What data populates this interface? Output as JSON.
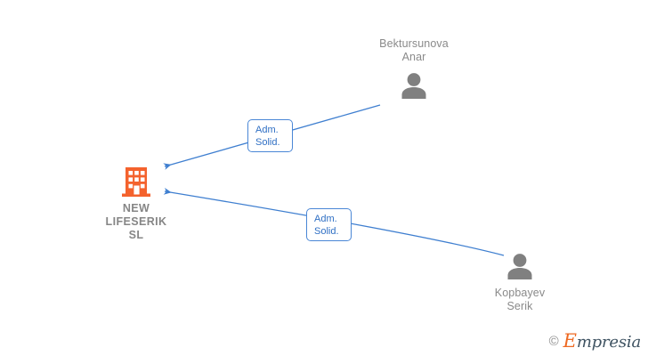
{
  "graph": {
    "title": "NEW LIFESERIK SL corporate relations",
    "background_color": "#ffffff",
    "edge_color": "#3f7fd0",
    "company_color": "#f4622d",
    "person_color": "#808080",
    "label_text_color": "#8a8a8a"
  },
  "company": {
    "name": "NEW\nLIFESERIK\nSL",
    "icon": "building-icon"
  },
  "persons": [
    {
      "name": "Bektursunova\nAnar",
      "icon": "person-icon",
      "position": "top"
    },
    {
      "name": "Kopbayev\nSerik",
      "icon": "person-icon",
      "position": "bottom"
    }
  ],
  "relations": [
    {
      "label": "Adm.\nSolid.",
      "from": "Bektursunova Anar",
      "to": "NEW LIFESERIK SL"
    },
    {
      "label": "Adm.\nSolid.",
      "from": "Kopbayev Serik",
      "to": "NEW LIFESERIK SL"
    }
  ],
  "watermark": {
    "copyright": "©",
    "brand_first_letter": "E",
    "brand_rest": "mpresia"
  }
}
